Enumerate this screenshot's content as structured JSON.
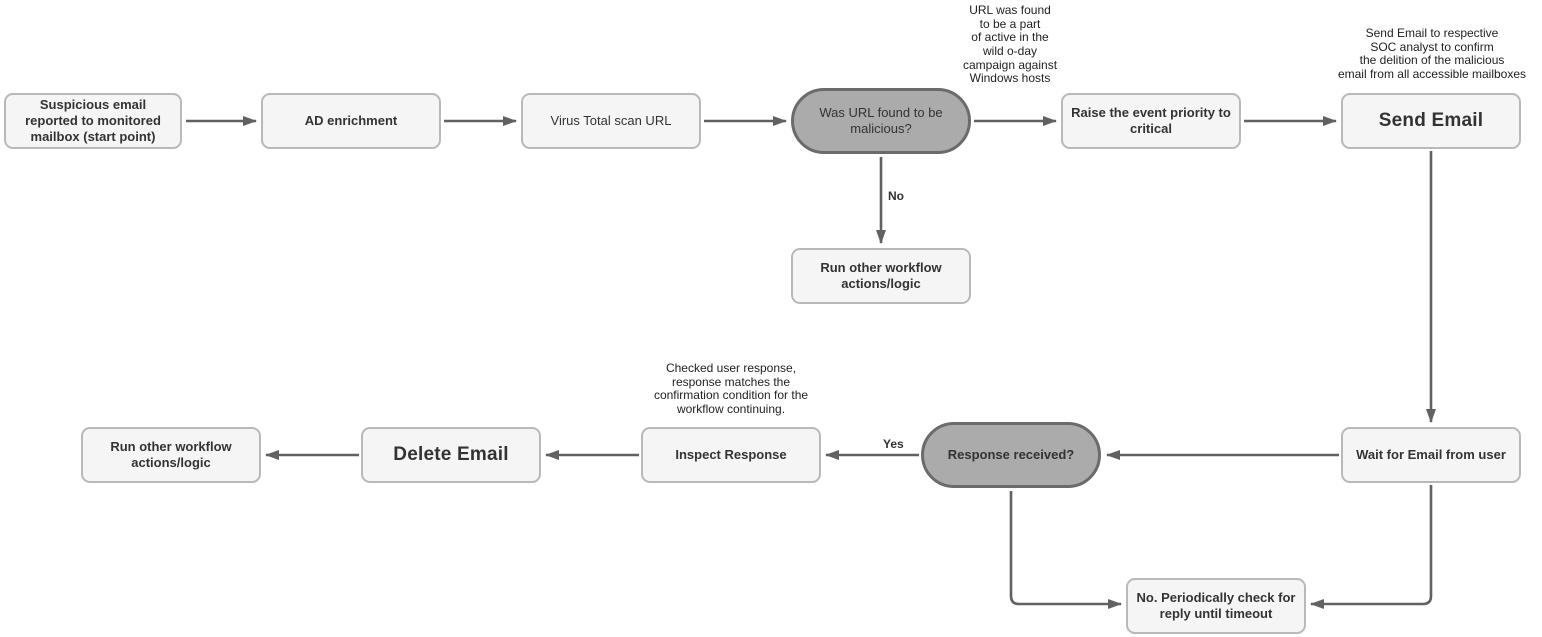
{
  "diagram": {
    "colors": {
      "background": "#ffffff",
      "process_fill": "#f5f5f5",
      "process_border": "#b9b9b9",
      "decision_fill": "#ababab",
      "decision_border": "#6b6b6b",
      "arrow": "#616161",
      "text": "#333333"
    },
    "nodes": [
      {
        "id": "start",
        "shape": "process",
        "label": "Suspicious email reported to monitored mailbox (start point)"
      },
      {
        "id": "ad-enrichment",
        "shape": "process",
        "label": "AD enrichment"
      },
      {
        "id": "virustotal-scan",
        "shape": "process",
        "label": "Virus Total scan URL"
      },
      {
        "id": "url-malicious",
        "shape": "decision",
        "label": "Was URL found to be malicious?"
      },
      {
        "id": "raise-priority",
        "shape": "process",
        "label": "Raise the event priority to critical"
      },
      {
        "id": "send-email",
        "shape": "process",
        "label": "Send Email"
      },
      {
        "id": "run-other-workflow-top",
        "shape": "process",
        "label": "Run other workflow actions/logic"
      },
      {
        "id": "wait-for-email",
        "shape": "process",
        "label": "Wait for Email from user"
      },
      {
        "id": "response-received",
        "shape": "decision",
        "label": "Response received?"
      },
      {
        "id": "inspect-response",
        "shape": "process",
        "label": "Inspect Response"
      },
      {
        "id": "delete-email",
        "shape": "process",
        "label": "Delete Email"
      },
      {
        "id": "run-other-workflow-bottom",
        "shape": "process",
        "label": "Run other workflow actions/logic"
      },
      {
        "id": "periodic-check",
        "shape": "process",
        "label": "No. Periodically check for reply until timeout"
      }
    ],
    "edge_labels": {
      "no": "No",
      "yes": "Yes"
    },
    "annotations": [
      {
        "id": "zero-day-campaign",
        "text": "URL was found\nto be a part\nof active in the\nwild o-day\ncampaign against\nWindows hosts"
      },
      {
        "id": "send-email-note",
        "text": "Send Email to respective\nSOC analyst to confirm\nthe delition of the malicious\nemail from all accessible mailboxes"
      },
      {
        "id": "response-check-note",
        "text": "Checked user response,\nresponse matches the\nconfirmation condition for the\nworkflow continuing."
      }
    ]
  }
}
